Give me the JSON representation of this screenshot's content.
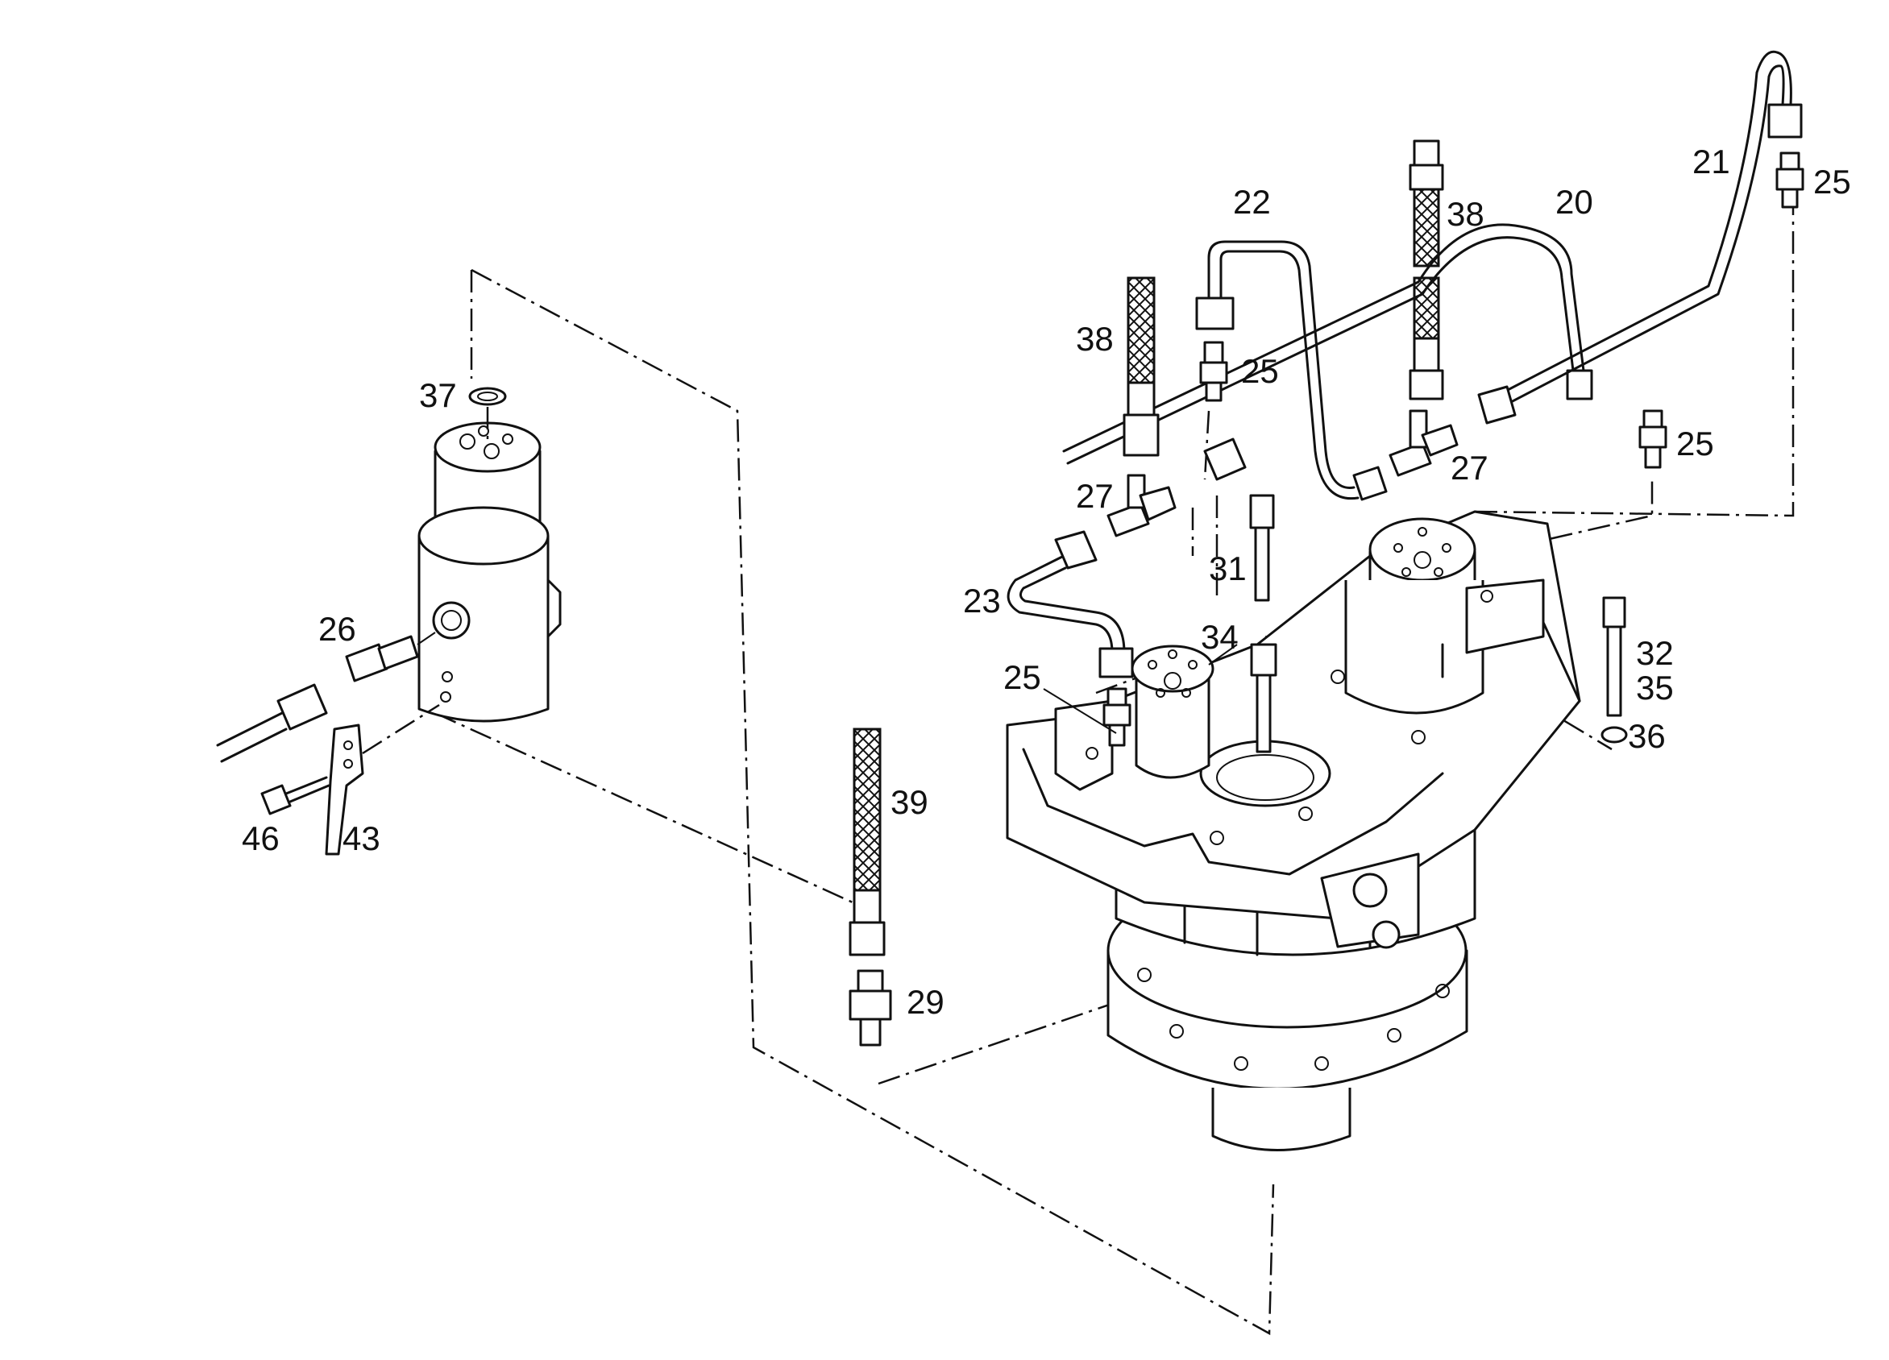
{
  "diagram": {
    "labels": {
      "l20": "20",
      "l21": "21",
      "l22": "22",
      "l23": "23",
      "l25a": "25",
      "l25b": "25",
      "l25c": "25",
      "l25d": "25",
      "l26": "26",
      "l27a": "27",
      "l27b": "27",
      "l29": "29",
      "l31": "31",
      "l32": "32",
      "l34": "34",
      "l35": "35",
      "l36": "36",
      "l37": "37",
      "l38a": "38",
      "l38b": "38",
      "l39": "39",
      "l43": "43",
      "l46": "46"
    }
  }
}
